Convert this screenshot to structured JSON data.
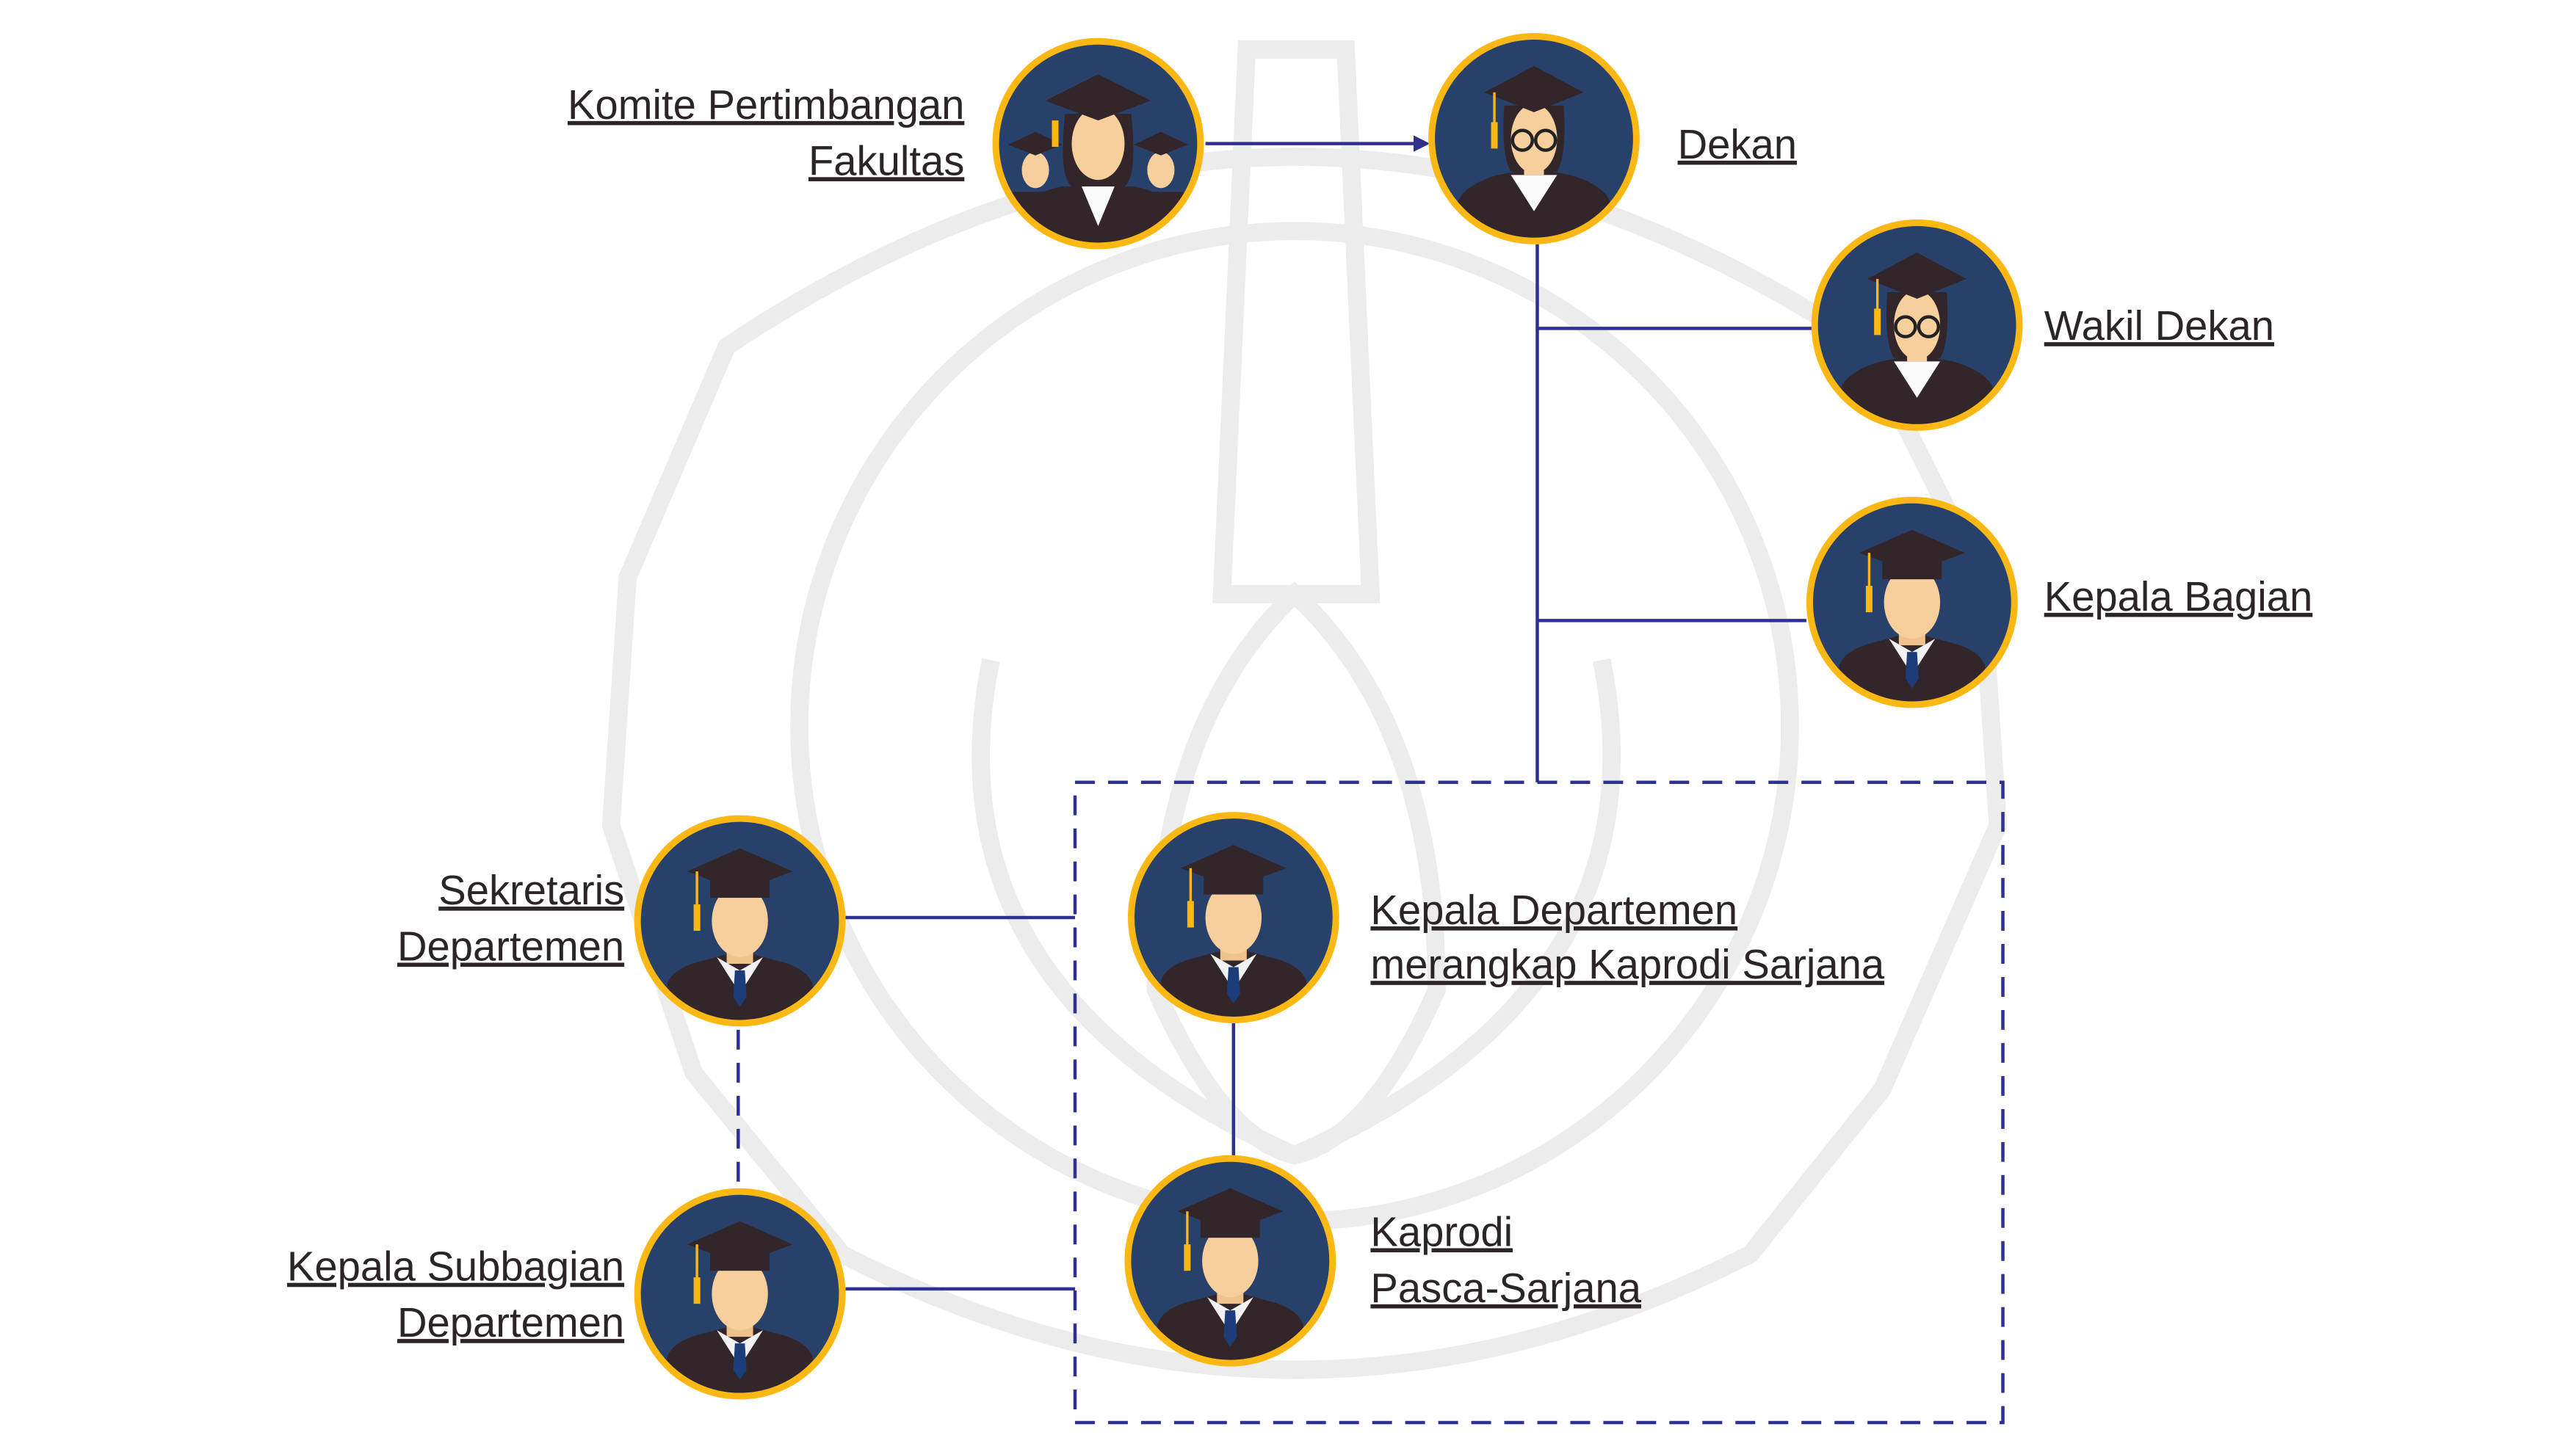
{
  "title": "Struktur Organisasi",
  "colors": {
    "connector": "#2e3192",
    "avatar_bg": "#28416b",
    "avatar_ring": "#fbb814",
    "text": "#2b2525"
  },
  "nodes": {
    "komite": {
      "line1": "Komite Pertimbangan",
      "line2": "Fakultas",
      "icon": "group-graduates-icon"
    },
    "dekan": {
      "line1": "Dekan",
      "icon": "female-graduate-icon"
    },
    "wakil_dekan": {
      "line1": "Wakil Dekan",
      "icon": "female-graduate-icon"
    },
    "kepala_bagian": {
      "line1": "Kepala Bagian",
      "icon": "male-graduate-icon"
    },
    "sekretaris": {
      "line1": "Sekretaris",
      "line2": "Departemen",
      "icon": "male-graduate-icon"
    },
    "kepala_subbagian": {
      "line1": "Kepala Subbagian",
      "line2": "Departemen",
      "icon": "male-graduate-icon"
    },
    "kepala_departemen": {
      "line1": "Kepala Departemen",
      "line2": "merangkap Kaprodi Sarjana",
      "icon": "male-graduate-icon"
    },
    "kaprodi_pasca": {
      "line1": "Kaprodi",
      "line2": "Pasca-Sarjana",
      "icon": "male-graduate-icon"
    }
  }
}
